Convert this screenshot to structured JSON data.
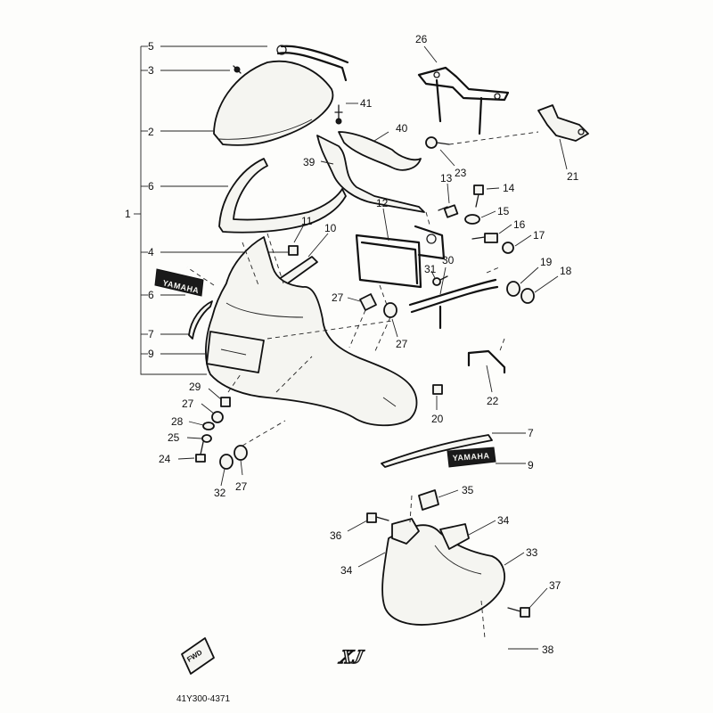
{
  "diagram": {
    "drawing_code": "41Y300-4371",
    "direction_marker": "FWD",
    "emblem_text": "YAMAHA",
    "badge_text": "XJ",
    "callouts": {
      "c1": "1",
      "c2": "2",
      "c3": "3",
      "c4": "4",
      "c5": "5",
      "c6a": "6",
      "c6b": "6",
      "c7a": "7",
      "c7b": "7",
      "c9a": "9",
      "c9b": "9",
      "c10": "10",
      "c11": "11",
      "c12": "12",
      "c13": "13",
      "c14": "14",
      "c15": "15",
      "c16": "16",
      "c17": "17",
      "c18": "18",
      "c19": "19",
      "c20": "20",
      "c21": "21",
      "c22": "22",
      "c23": "23",
      "c24": "24",
      "c25": "25",
      "c26": "26",
      "c27a": "27",
      "c27b": "27",
      "c27c": "27",
      "c27d": "27",
      "c28": "28",
      "c29": "29",
      "c30": "30",
      "c31": "31",
      "c32": "32",
      "c33": "33",
      "c34a": "34",
      "c34b": "34",
      "c35": "35",
      "c36": "36",
      "c37": "37",
      "c38": "38",
      "c39": "39",
      "c40": "40",
      "c41": "41"
    }
  }
}
